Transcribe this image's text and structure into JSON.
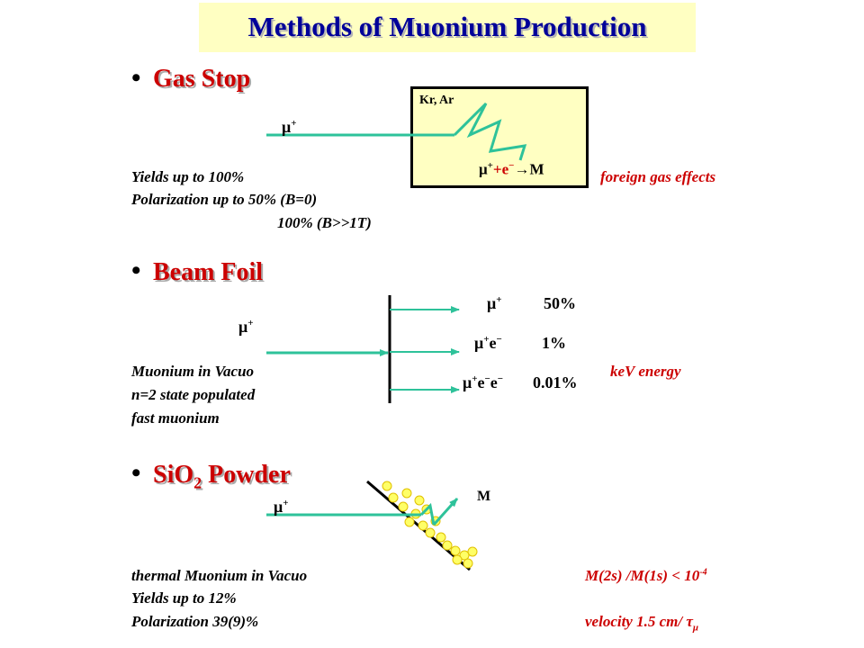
{
  "title": "Methods of Muonium Production",
  "bullet": "•",
  "gas_stop": {
    "heading": "Gas Stop",
    "gas_label": "Kr, Ar",
    "mu": "μ",
    "mu_sup": "+",
    "reaction_mu": "μ",
    "reaction_plus": "+",
    "reaction_mid": "+e",
    "reaction_minus": "−",
    "reaction_arrow": "→",
    "reaction_product": "M",
    "yields": "Yields up to 100%",
    "polarization": "Polarization up to 50% (B=0)",
    "polarization2": "100% (B>>1T)",
    "side_note": "foreign gas effects"
  },
  "beam_foil": {
    "heading": "Beam Foil",
    "mu": "μ",
    "mu_sup": "+",
    "out1_sym": "μ",
    "out1_sup": "+",
    "out1_val": "50%",
    "out2_sym": "μ",
    "out2_sup": "+",
    "out2_e": "e",
    "out2_esup": "−",
    "out2_val": "1%",
    "out3_sym": "μ",
    "out3_sup": "+",
    "out3_e": "e",
    "out3_esup": "−",
    "out3_e2": "e",
    "out3_e2sup": "−",
    "out3_val": "0.01%",
    "line1": "Muonium in Vacuo",
    "line2": "n=2 state populated",
    "line3": "fast  muonium",
    "side_note": "keV energy"
  },
  "sio2": {
    "heading_pre": "SiO",
    "heading_sub": "2",
    "heading_post": "Powder",
    "mu": "μ",
    "mu_sup": "+",
    "product": "M",
    "line1": "thermal Muonium in Vacuo",
    "line2": "Yields up to 12%",
    "line3": "Polarization 39(9)%",
    "ratio_text": "M(2s) /M(1s) < 10",
    "ratio_exp": "-4",
    "velocity_text": "velocity  1.5 cm/ ",
    "tau": "τ",
    "tau_sub": "μ"
  },
  "colors": {
    "title": "#000099",
    "title_bg": "#ffffc2",
    "heading": "#cc0000",
    "arrow": "#2ec29a",
    "particle": "#ffff66"
  }
}
